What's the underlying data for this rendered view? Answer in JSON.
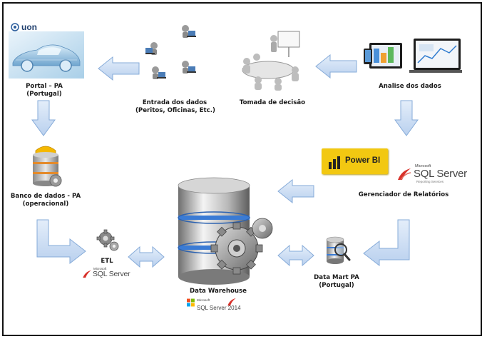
{
  "nodes": {
    "portal": {
      "line1": "Portal – PA",
      "line2": "(Portugal)"
    },
    "entrada": {
      "line1": "Entrada dos dados",
      "line2": "(Peritos, Oficinas, Etc.)"
    },
    "tomada": {
      "line1": "Tomada de decisão"
    },
    "analise": {
      "line1": "Analise dos dados"
    },
    "banco": {
      "line1": "Banco de dados - PA",
      "line2": "(operacional)"
    },
    "gerenciador": {
      "line1": "Gerenciador de Relatórios"
    },
    "etl": {
      "line1": "ETL"
    },
    "dw": {
      "line1": "Data Warehouse"
    },
    "datamart": {
      "line1": "Data Mart PA",
      "line2": "(Portugal)"
    }
  },
  "logos": {
    "uon": "uon",
    "powerbi": "Power BI",
    "sql_small_ms": "Microsoft",
    "sql_small": "SQL Server",
    "sql_big_ms": "Microsoft",
    "sql_big": "SQL Server",
    "sql_big_sub": "Reporting Services",
    "sql2014_ms": "Microsoft",
    "sql2014": "SQL Server 2014"
  },
  "colors": {
    "arrow_fill": "#c9dcf2",
    "arrow_stroke": "#7fa6d6",
    "powerbi_bg": "#f2c811"
  }
}
